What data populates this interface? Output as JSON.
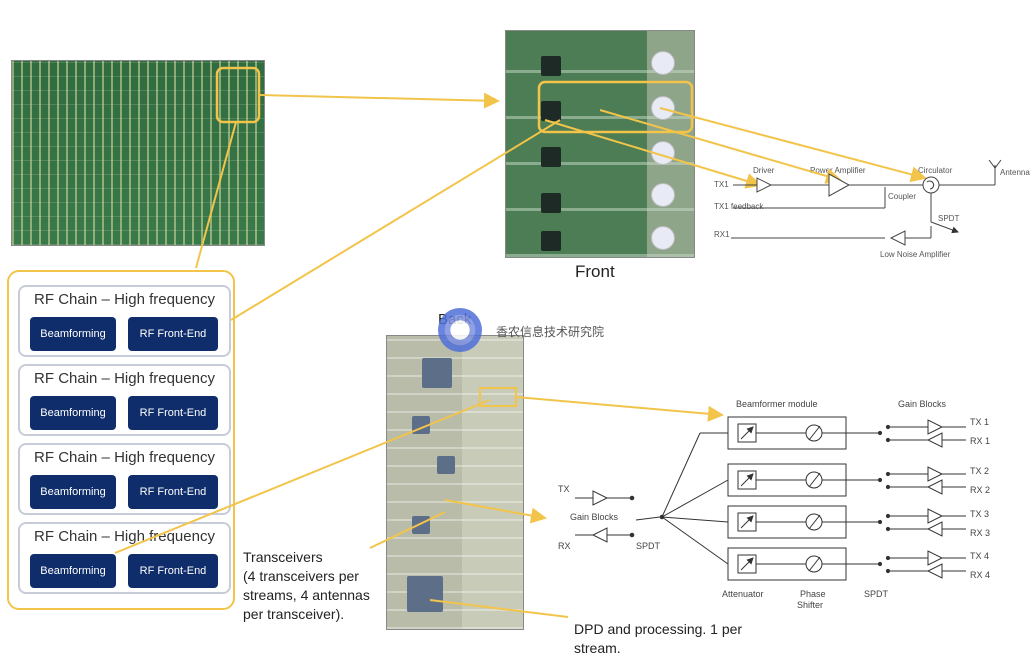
{
  "rf_chains": [
    {
      "title": "RF Chain – High frequency",
      "beamforming": "Beamforming",
      "front_end": "RF Front-End"
    },
    {
      "title": "RF Chain – High frequency",
      "beamforming": "Beamforming",
      "front_end": "RF Front-End"
    },
    {
      "title": "RF Chain – High frequency",
      "beamforming": "Beamforming",
      "front_end": "RF Front-End"
    },
    {
      "title": "RF Chain – High frequency",
      "beamforming": "Beamforming",
      "front_end": "RF Front-End"
    }
  ],
  "front": {
    "label": "Front",
    "schematic": {
      "tx": "TX1",
      "tx_feedback": "TX1 feedback",
      "rx": "RX1",
      "driver": "Driver",
      "power_amplifier": "Power Amplifier",
      "circulator": "Circulator",
      "antenna": "Antenna",
      "coupler": "Coupler",
      "spdt": "SPDT",
      "lna": "Low Noise Amplifier"
    }
  },
  "back": {
    "label": "Back",
    "watermark": "香农信息技术研究院"
  },
  "transceivers_caption": [
    "Transceivers",
    "(4 transceivers per",
    "streams, 4 antennas",
    "per transceiver)."
  ],
  "dpd_caption": [
    "DPD and processing. 1 per",
    "stream."
  ],
  "beamformer_diagram": {
    "tx": "TX",
    "rx": "RX",
    "gain_blocks_left": "Gain Blocks",
    "spdt_left": "SPDT",
    "beamformer_module": "Beamformer module",
    "gain_blocks_right": "Gain Blocks",
    "attenuator": "Attenuator",
    "phase_shifter": [
      "Phase",
      "Shifter"
    ],
    "spdt_right": "SPDT",
    "outputs": [
      {
        "tx": "TX 1",
        "rx": "RX 1"
      },
      {
        "tx": "TX 2",
        "rx": "RX 2"
      },
      {
        "tx": "TX 3",
        "rx": "RX 3"
      },
      {
        "tx": "TX 4",
        "rx": "RX 4"
      }
    ]
  },
  "colors": {
    "arrow": "#f2c44a",
    "button": "#0f2d6b",
    "line": "#333333"
  }
}
